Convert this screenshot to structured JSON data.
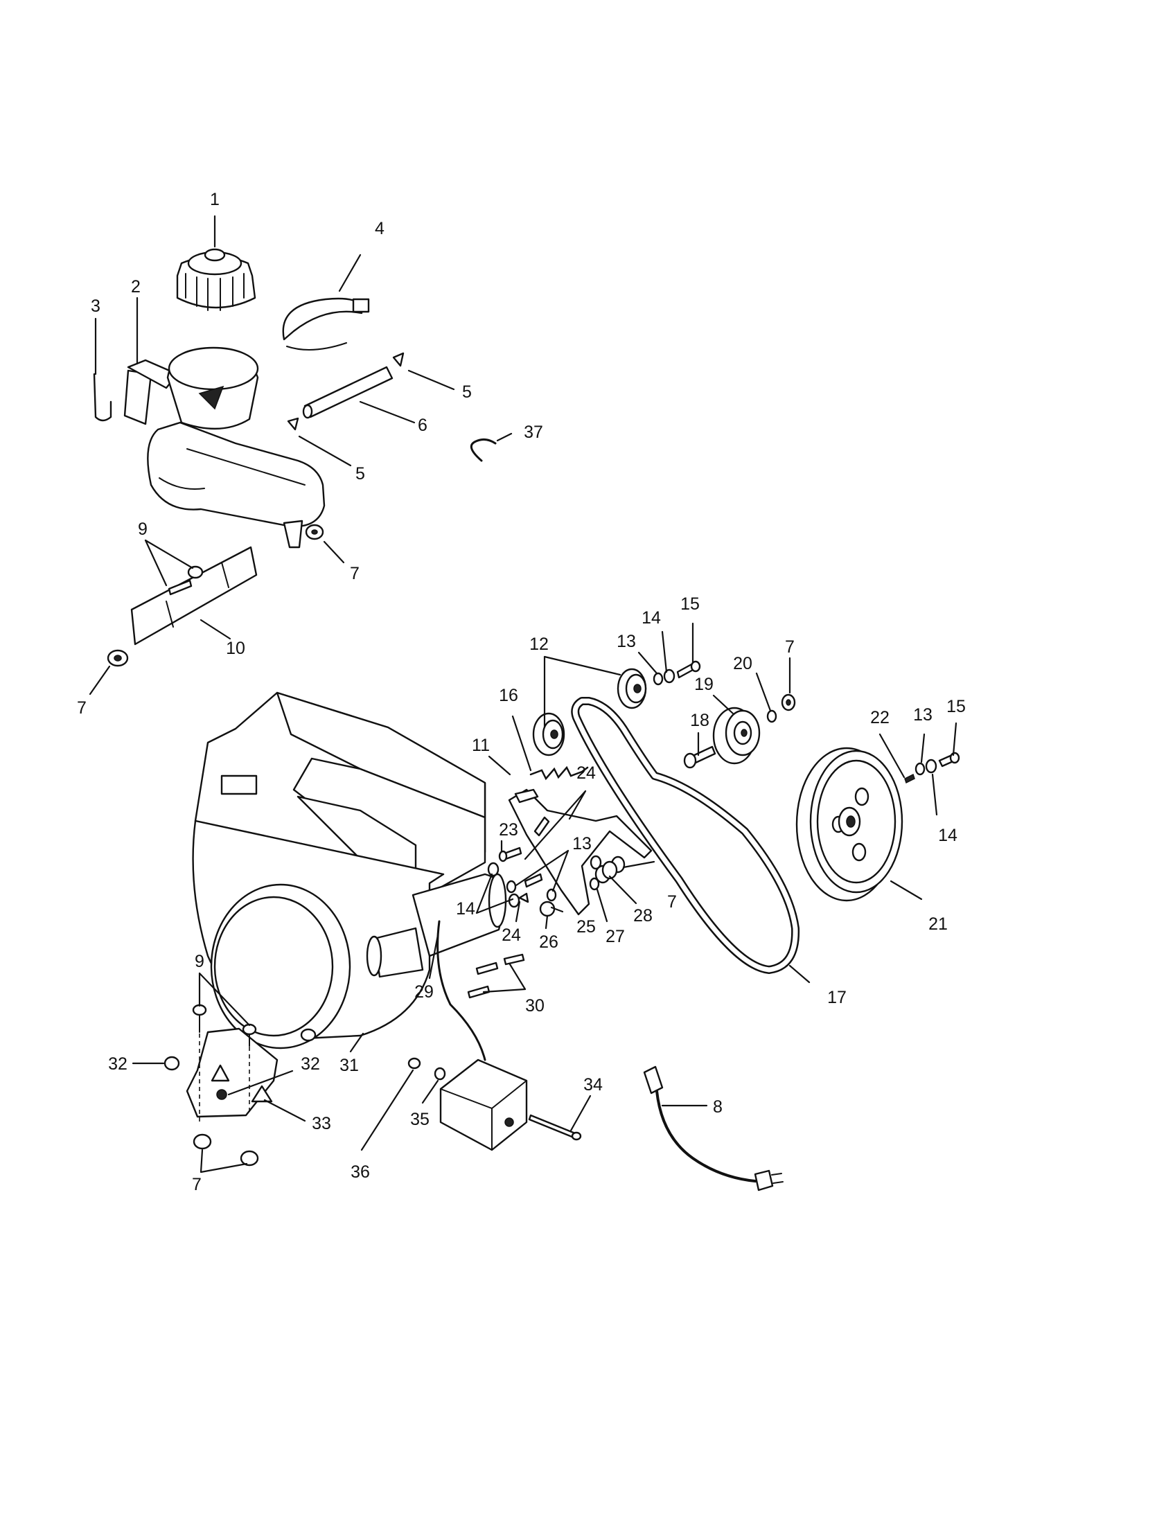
{
  "diagram": {
    "callouts": [
      {
        "id": "c1",
        "text": "1"
      },
      {
        "id": "c2",
        "text": "2"
      },
      {
        "id": "c3",
        "text": "3"
      },
      {
        "id": "c4",
        "text": "4"
      },
      {
        "id": "c5a",
        "text": "5"
      },
      {
        "id": "c5b",
        "text": "5"
      },
      {
        "id": "c6",
        "text": "6"
      },
      {
        "id": "c37",
        "text": "37"
      },
      {
        "id": "c7a",
        "text": "7"
      },
      {
        "id": "c9a",
        "text": "9"
      },
      {
        "id": "c10",
        "text": "10"
      },
      {
        "id": "c7b",
        "text": "7"
      },
      {
        "id": "c12",
        "text": "12"
      },
      {
        "id": "c13a",
        "text": "13"
      },
      {
        "id": "c14a",
        "text": "14"
      },
      {
        "id": "c15a",
        "text": "15"
      },
      {
        "id": "c7c",
        "text": "7"
      },
      {
        "id": "c20",
        "text": "20"
      },
      {
        "id": "c19",
        "text": "19"
      },
      {
        "id": "c18",
        "text": "18"
      },
      {
        "id": "c16",
        "text": "16"
      },
      {
        "id": "c11",
        "text": "11"
      },
      {
        "id": "c24a",
        "text": "24"
      },
      {
        "id": "c22",
        "text": "22"
      },
      {
        "id": "c13b",
        "text": "13"
      },
      {
        "id": "c15b",
        "text": "15"
      },
      {
        "id": "c14b",
        "text": "14"
      },
      {
        "id": "c23",
        "text": "23"
      },
      {
        "id": "c13c",
        "text": "13"
      },
      {
        "id": "c14c",
        "text": "14"
      },
      {
        "id": "c7d",
        "text": "7"
      },
      {
        "id": "c28",
        "text": "28"
      },
      {
        "id": "c27",
        "text": "27"
      },
      {
        "id": "c25",
        "text": "25"
      },
      {
        "id": "c24b",
        "text": "24"
      },
      {
        "id": "c26",
        "text": "26"
      },
      {
        "id": "c21",
        "text": "21"
      },
      {
        "id": "c17",
        "text": "17"
      },
      {
        "id": "c30",
        "text": "30"
      },
      {
        "id": "c29",
        "text": "29"
      },
      {
        "id": "c9b",
        "text": "9"
      },
      {
        "id": "c31",
        "text": "31"
      },
      {
        "id": "c32a",
        "text": "32"
      },
      {
        "id": "c32b",
        "text": "32"
      },
      {
        "id": "c33",
        "text": "33"
      },
      {
        "id": "c7e",
        "text": "7"
      },
      {
        "id": "c36",
        "text": "36"
      },
      {
        "id": "c35",
        "text": "35"
      },
      {
        "id": "c34",
        "text": "34"
      },
      {
        "id": "c8",
        "text": "8"
      }
    ]
  }
}
